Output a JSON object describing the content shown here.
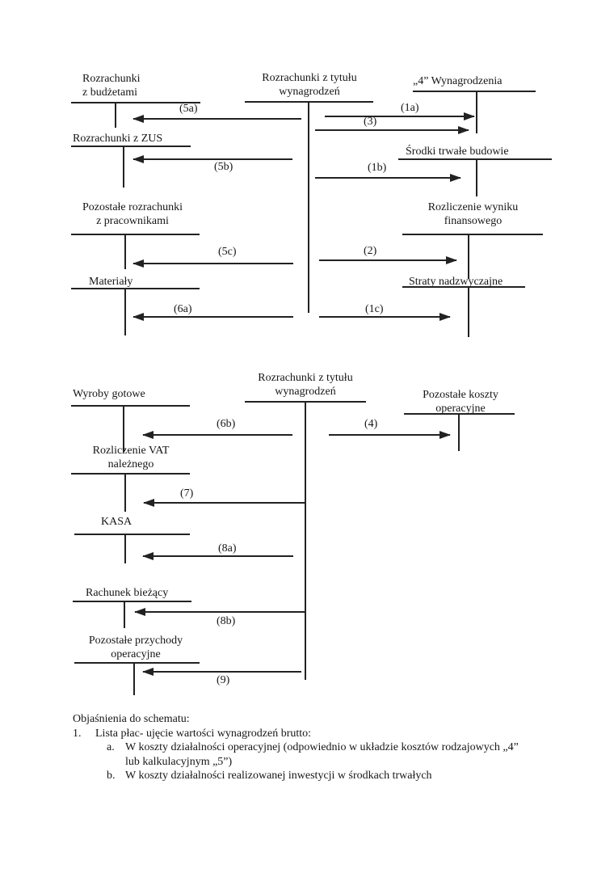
{
  "page": {
    "background": "#ffffff",
    "ink": "#222222"
  },
  "diagram1": {
    "accounts": [
      {
        "line1": "Rozrachunki",
        "line2": "z budżetami"
      },
      {
        "line1": "Rozrachunki z ZUS"
      },
      {
        "line1": "Pozostałe rozrachunki",
        "line2": "z pracownikami"
      },
      {
        "line1": "Materiały"
      },
      {
        "line1": "Rozrachunki z tytułu",
        "line2": "wynagrodzeń"
      },
      {
        "line1": "„4” Wynagrodzenia"
      },
      {
        "line1": "Środki trwałe budowie"
      },
      {
        "line1": "Rozliczenie wyniku",
        "line2": "finansowego"
      },
      {
        "line1": "Straty nadzwyczajne"
      }
    ],
    "arrows": [
      "(5a)",
      "(1a)",
      "(3)",
      "(5b)",
      "(1b)",
      "(5c)",
      "(2)",
      "(6a)",
      "(1c)"
    ]
  },
  "diagram2": {
    "accounts": [
      {
        "line1": "Wyroby gotowe"
      },
      {
        "line1": "Rozrachunki z tytułu",
        "line2": "wynagrodzeń"
      },
      {
        "line1": "Pozostałe koszty",
        "line2": "operacyjne"
      },
      {
        "line1": "Rozliczenie VAT",
        "line2": "należnego"
      },
      {
        "line1": "KASA"
      },
      {
        "line1": "Rachunek bieżący"
      },
      {
        "line1": "Pozostałe przychody",
        "line2": "operacyjne"
      }
    ],
    "arrows": [
      "(6b)",
      "(4)",
      "(7)",
      "(8a)",
      "(8b)",
      "(9)"
    ]
  },
  "notes": {
    "heading": "Objaśnienia do schematu:",
    "item1_num": "1.",
    "item1_text": "Lista płac- ujęcie wartości wynagrodzeń brutto:",
    "item1a_num": "a.",
    "item1a_line1": "W koszty działalności operacyjnej (odpowiednio w układzie kosztów rodzajowych „4”",
    "item1a_line2": "lub kalkulacyjnym „5”)",
    "item1b_num": "b.",
    "item1b_text": "W koszty działalności realizowanej inwestycji w środkach trwałych"
  }
}
